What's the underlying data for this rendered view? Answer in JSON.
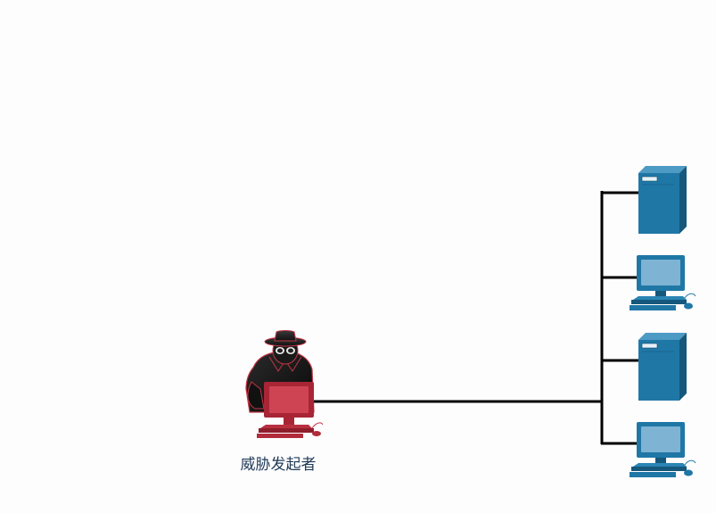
{
  "diagram": {
    "attacker_label": "威胁发起者",
    "colors": {
      "background": "#fefdfe",
      "attacker_red": "#c23645",
      "device_blue": "#1f77a6",
      "device_blue_dark": "#15587c",
      "device_blue_light": "#7fb3d3",
      "link": "#000000"
    },
    "nodes": [
      {
        "id": "attacker",
        "type": "threat-actor-workstation",
        "icon": "hacker-icon"
      },
      {
        "id": "server-1",
        "type": "server",
        "icon": "server-icon"
      },
      {
        "id": "pc-1",
        "type": "pc",
        "icon": "pc-icon"
      },
      {
        "id": "server-2",
        "type": "server",
        "icon": "server-icon"
      },
      {
        "id": "pc-2",
        "type": "pc",
        "icon": "pc-icon"
      }
    ],
    "links": [
      {
        "from": "attacker",
        "to": "network-bus"
      },
      {
        "from": "network-bus",
        "to": "server-1"
      },
      {
        "from": "network-bus",
        "to": "pc-1"
      },
      {
        "from": "network-bus",
        "to": "server-2"
      },
      {
        "from": "network-bus",
        "to": "pc-2"
      }
    ]
  }
}
